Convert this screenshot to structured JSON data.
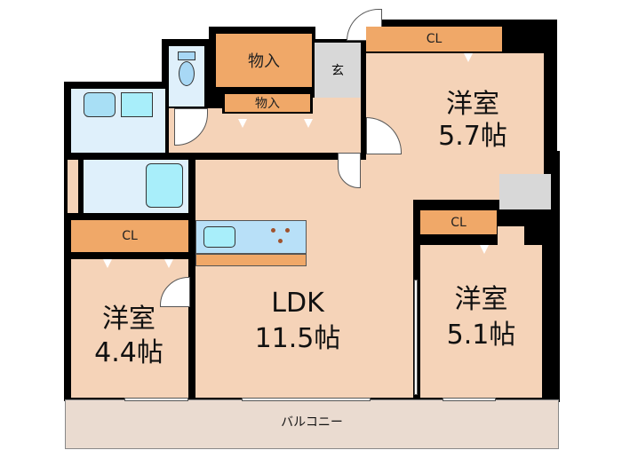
{
  "rooms": {
    "western_room_1": {
      "name": "洋室",
      "size": "5.7帖"
    },
    "western_room_2": {
      "name": "洋室",
      "size": "4.4帖"
    },
    "western_room_3": {
      "name": "洋室",
      "size": "5.1帖"
    },
    "ldk": {
      "name": "LDK",
      "size": "11.5帖"
    },
    "closet_label": "CL",
    "storage_label": "物入",
    "entrance_label": "玄",
    "balcony_label": "バルコニー"
  },
  "colors": {
    "room": "#f5d3b8",
    "closet": "#f0a868",
    "wet": "#dff0fb",
    "wall": "#000000",
    "balcony": "#eadbd0"
  }
}
